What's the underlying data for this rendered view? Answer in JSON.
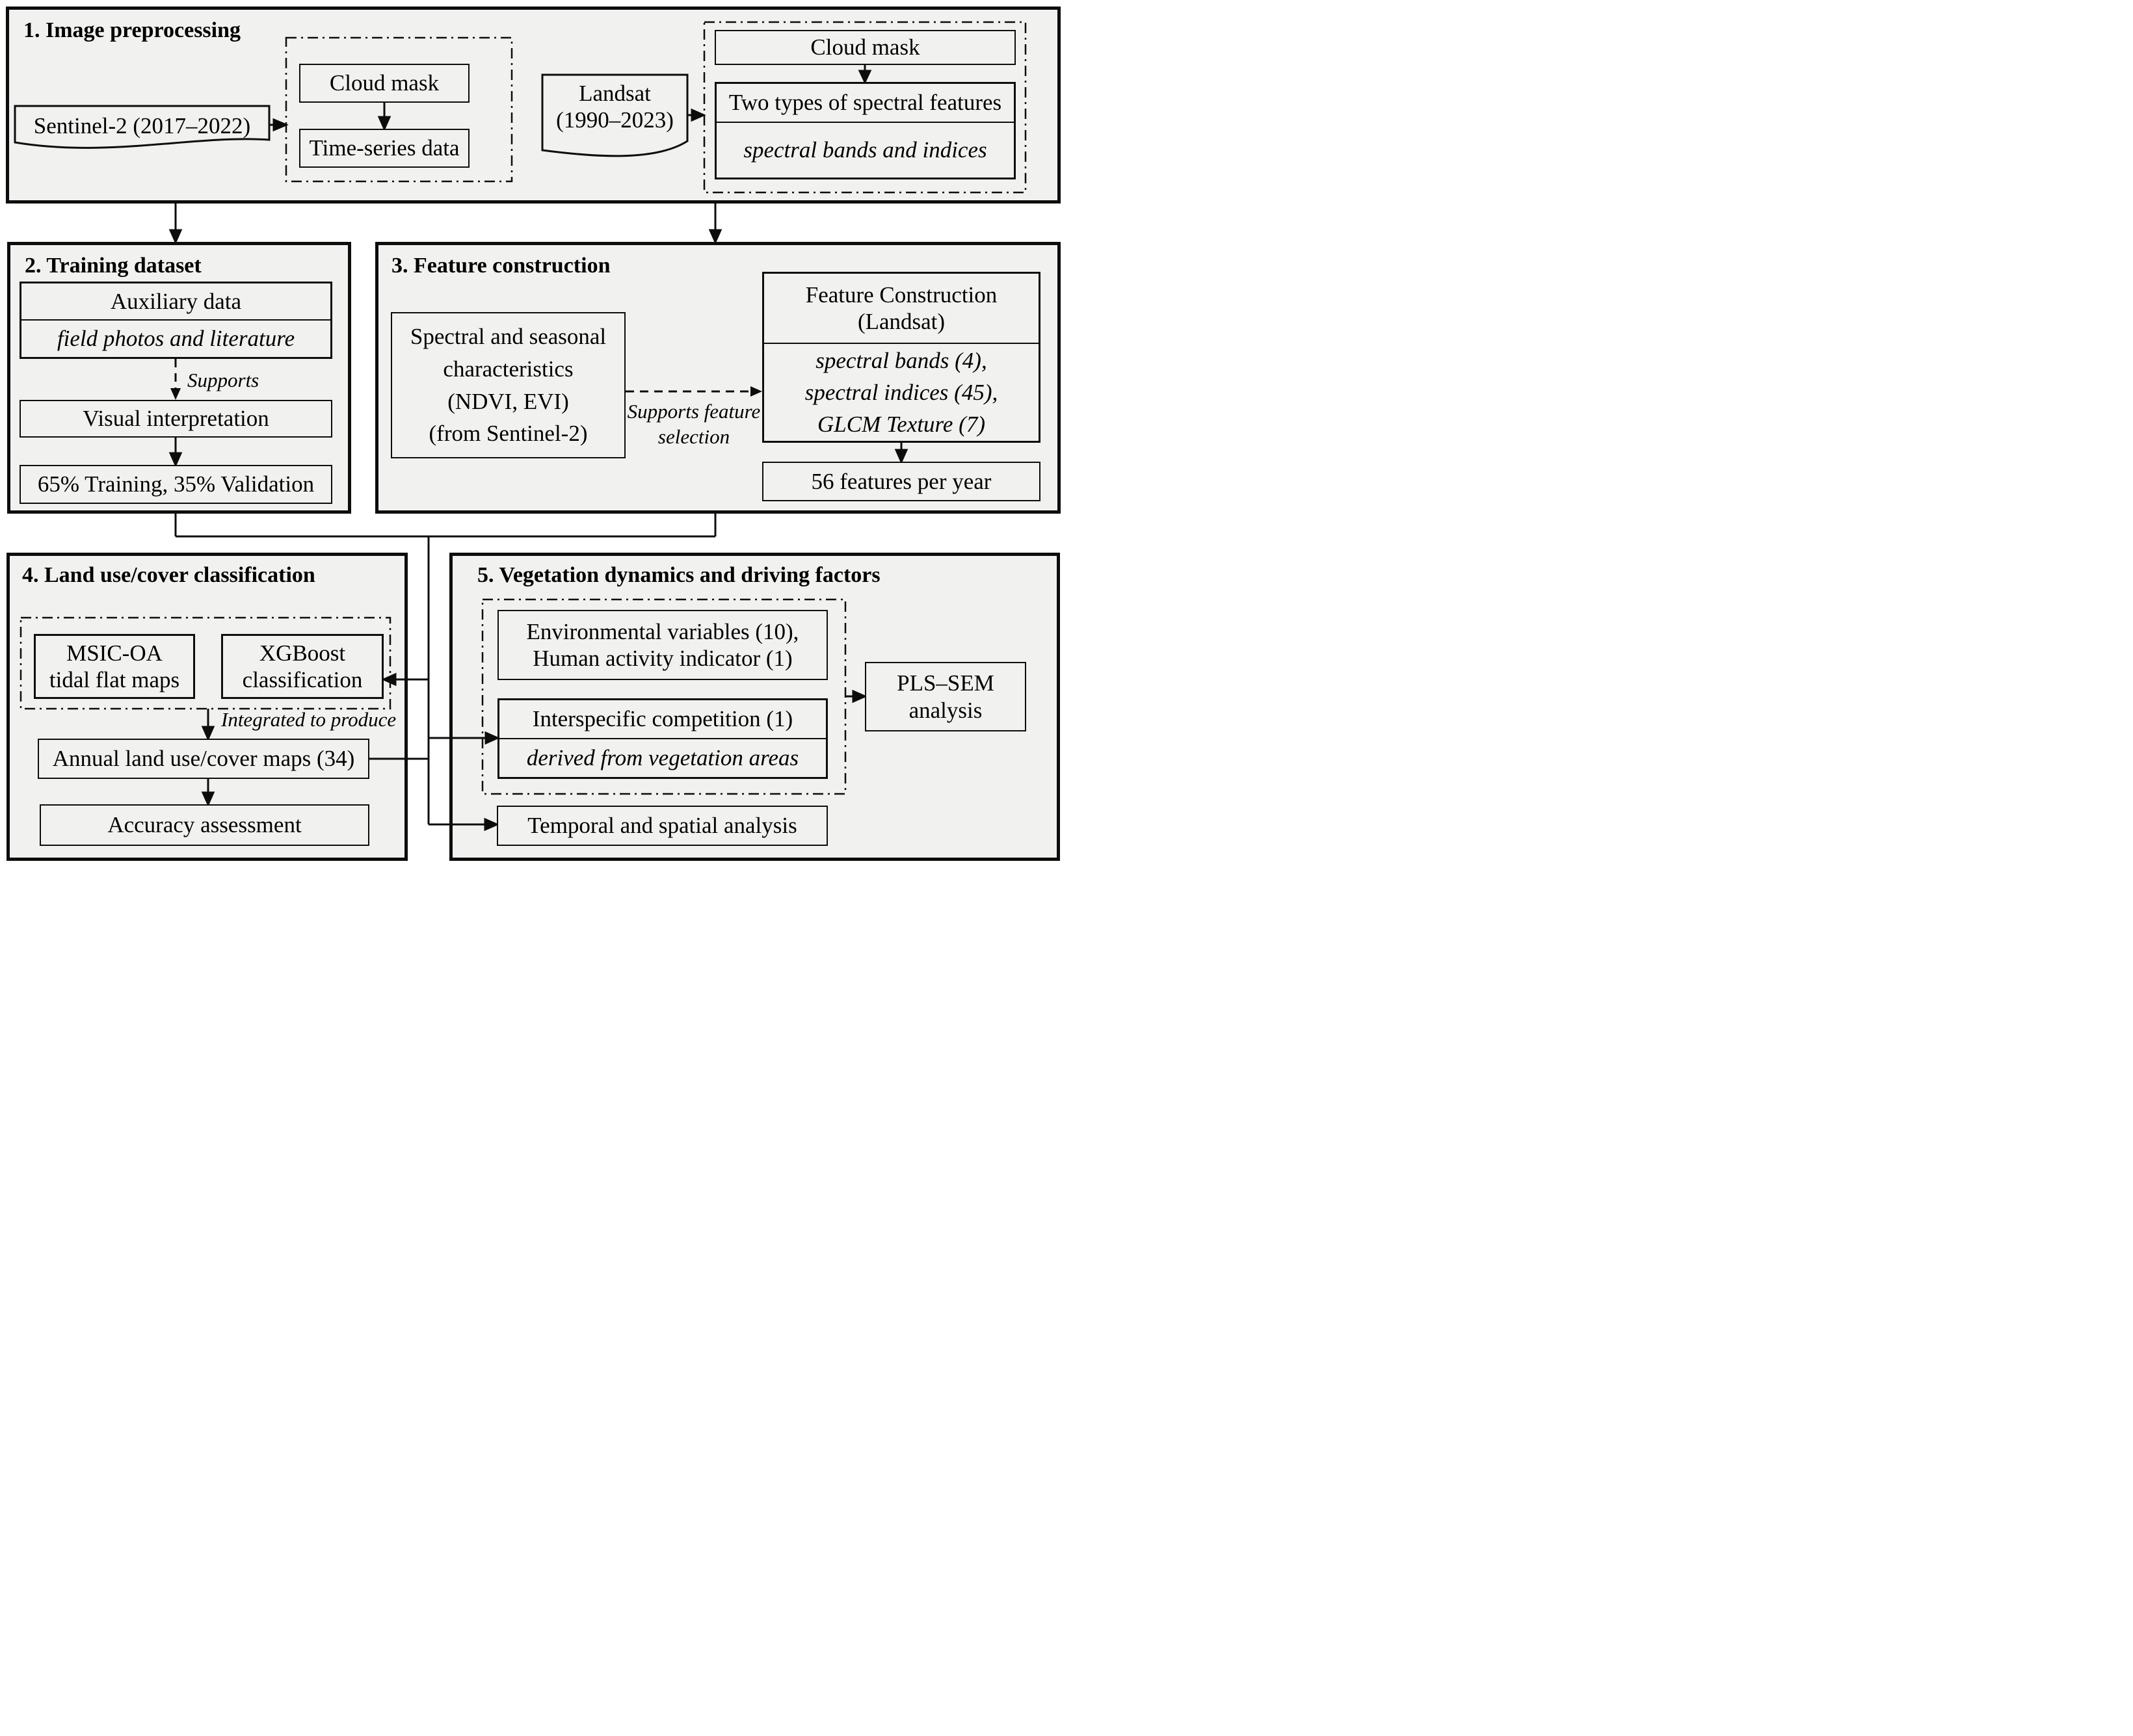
{
  "colors": {
    "background": "#ffffff",
    "panel_fill": "#f1f1ef",
    "line": "#0d0d0d"
  },
  "s1": {
    "title": "1. Image preprocessing",
    "sentinel_doc": "Sentinel-2 (2017–2022)",
    "cloud_mask": "Cloud mask",
    "time_series": "Time-series data",
    "landsat_doc_line1": "Landsat",
    "landsat_doc_line2": "(1990–2023)",
    "cloud_mask_b": "Cloud mask",
    "spectral_features_title": "Two types of spectral features",
    "spectral_features_sub": "spectral bands and indices"
  },
  "s2": {
    "title": "2. Training dataset",
    "auxiliary_title": "Auxiliary data",
    "auxiliary_sub": "field photos and literature",
    "supports_label": "Supports",
    "visual_interpretation": "Visual interpretation",
    "split": "65% Training, 35% Validation"
  },
  "s3": {
    "title": "3. Feature construction",
    "spectral_lines": [
      "Spectral and seasonal",
      "characteristics",
      "(NDVI, EVI)",
      "(from Sentinel-2)"
    ],
    "supports_feature_lines": [
      "Supports feature",
      "selection"
    ],
    "fc_title_lines": [
      "Feature Construction",
      "(Landsat)"
    ],
    "fc_sub_lines": [
      "spectral bands (4),",
      "spectral indices (45),",
      "GLCM Texture (7)"
    ],
    "features_per_year": "56 features per year"
  },
  "s4": {
    "title": "4. Land use/cover classification",
    "msic_lines": [
      "MSIC-OA",
      "tidal flat maps"
    ],
    "xgboost_lines": [
      "XGBoost",
      "classification"
    ],
    "integrated_label": "Integrated to produce",
    "annual_maps": "Annual land use/cover maps (34)",
    "accuracy": "Accuracy assessment"
  },
  "s5": {
    "title": "5. Vegetation dynamics and driving factors",
    "env_lines": [
      "Environmental variables (10),",
      "Human activity indicator (1)"
    ],
    "interspecific": "Interspecific competition (1)",
    "interspecific_sub": "derived from vegetation areas",
    "pls_lines": [
      "PLS–SEM",
      "analysis"
    ],
    "temporal": "Temporal and spatial analysis"
  }
}
